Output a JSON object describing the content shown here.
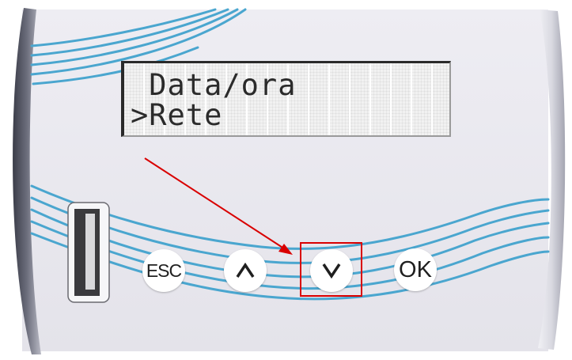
{
  "lcd": {
    "line1": " Data/ora",
    "line2": ">Rete"
  },
  "buttons": {
    "esc": "ESC",
    "up": "up-arrow",
    "down": "down-arrow",
    "ok": "OK"
  },
  "colors": {
    "wave": "#4aa6cf",
    "highlight": "#d90000",
    "body": "#e9e8ef"
  }
}
